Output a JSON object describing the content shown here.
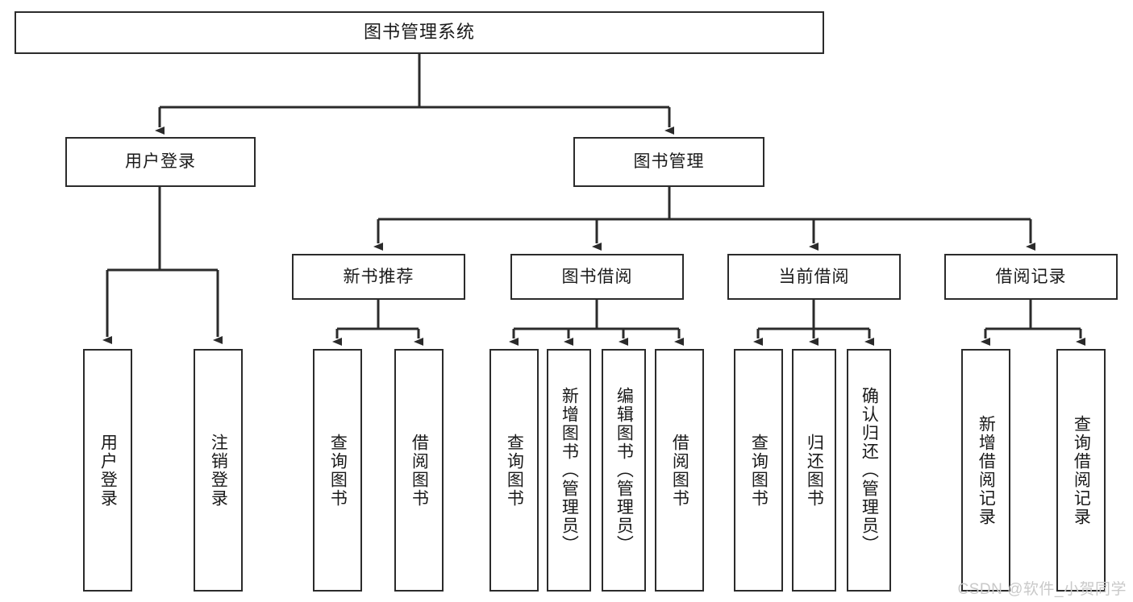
{
  "diagram": {
    "title": "图书管理系统",
    "watermark": "CSDN @软件_小贺同学",
    "line_color": "#2b2b2b",
    "box_fill": "#ffffff",
    "text_color": "#1a1a1a",
    "watermark_color": "#c9c9c9",
    "levels": {
      "root": {
        "label": "图书管理系统"
      },
      "level2": [
        {
          "label": "用户登录"
        },
        {
          "label": "图书管理"
        }
      ],
      "level3": [
        {
          "label": "新书推荐"
        },
        {
          "label": "图书借阅"
        },
        {
          "label": "当前借阅"
        },
        {
          "label": "借阅记录"
        }
      ],
      "leaves": {
        "user_login": [
          {
            "label": "用户登录"
          },
          {
            "label": "注销登录"
          }
        ],
        "new_book_recommend": [
          {
            "label": "查询图书"
          },
          {
            "label": "借阅图书"
          }
        ],
        "book_borrow": [
          {
            "label": "查询图书"
          },
          {
            "label": "新增图书（管理员）"
          },
          {
            "label": "编辑图书（管理员）"
          },
          {
            "label": "借阅图书"
          }
        ],
        "current_borrow": [
          {
            "label": "查询图书"
          },
          {
            "label": "归还图书"
          },
          {
            "label": "确认归还（管理员）"
          }
        ],
        "borrow_record": [
          {
            "label": "新增借阅记录"
          },
          {
            "label": "查询借阅记录"
          }
        ]
      }
    }
  }
}
